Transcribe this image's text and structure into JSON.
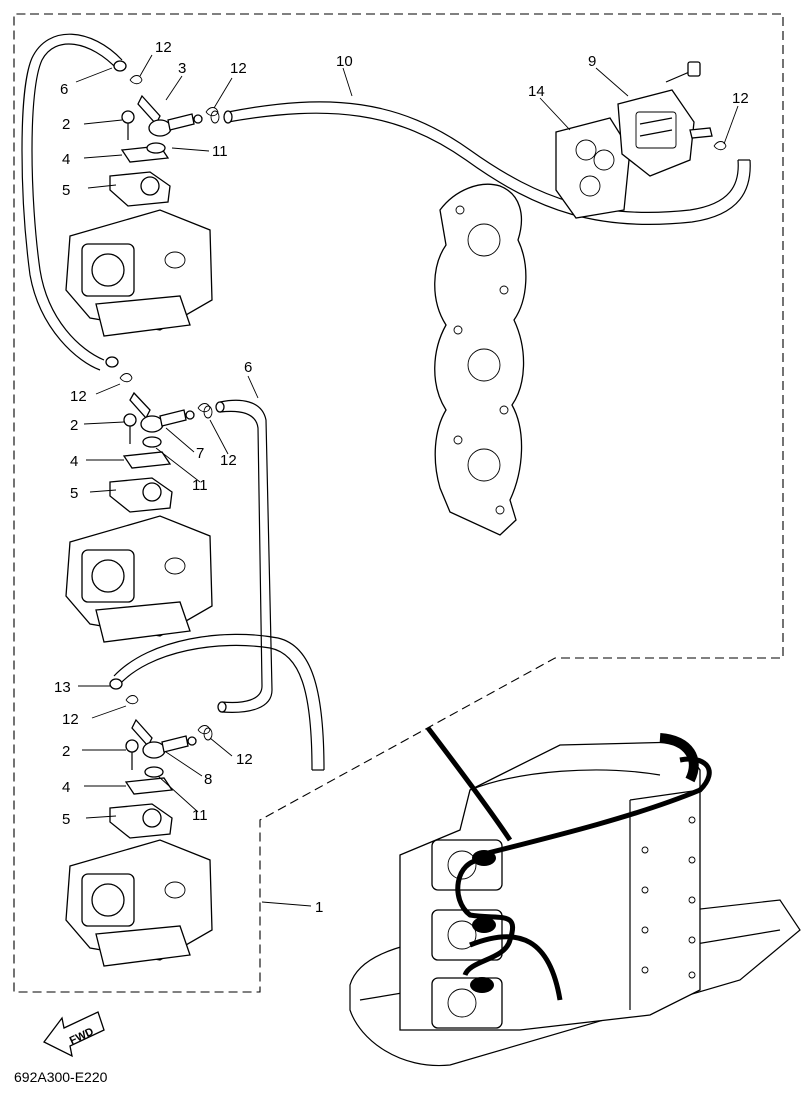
{
  "callouts": [
    {
      "id": "c6a",
      "text": "6"
    },
    {
      "id": "c12a",
      "text": "12"
    },
    {
      "id": "c3",
      "text": "3"
    },
    {
      "id": "c12b",
      "text": "12"
    },
    {
      "id": "c10",
      "text": "10"
    },
    {
      "id": "c9",
      "text": "9"
    },
    {
      "id": "c14",
      "text": "14"
    },
    {
      "id": "c12c",
      "text": "12"
    },
    {
      "id": "c2a",
      "text": "2"
    },
    {
      "id": "c4a",
      "text": "4"
    },
    {
      "id": "c11a",
      "text": "11"
    },
    {
      "id": "c5a",
      "text": "5"
    },
    {
      "id": "c12d",
      "text": "12"
    },
    {
      "id": "c6b",
      "text": "6"
    },
    {
      "id": "c2b",
      "text": "2"
    },
    {
      "id": "c7",
      "text": "7"
    },
    {
      "id": "c12e",
      "text": "12"
    },
    {
      "id": "c4b",
      "text": "4"
    },
    {
      "id": "c11b",
      "text": "11"
    },
    {
      "id": "c5b",
      "text": "5"
    },
    {
      "id": "c13",
      "text": "13"
    },
    {
      "id": "c12f",
      "text": "12"
    },
    {
      "id": "c12g",
      "text": "12"
    },
    {
      "id": "c2c",
      "text": "2"
    },
    {
      "id": "c8",
      "text": "8"
    },
    {
      "id": "c4c",
      "text": "4"
    },
    {
      "id": "c11c",
      "text": "11"
    },
    {
      "id": "c5c",
      "text": "5"
    },
    {
      "id": "c1",
      "text": "1"
    }
  ],
  "fwd_label": "FWD",
  "diagram_code": "692A300-E220"
}
